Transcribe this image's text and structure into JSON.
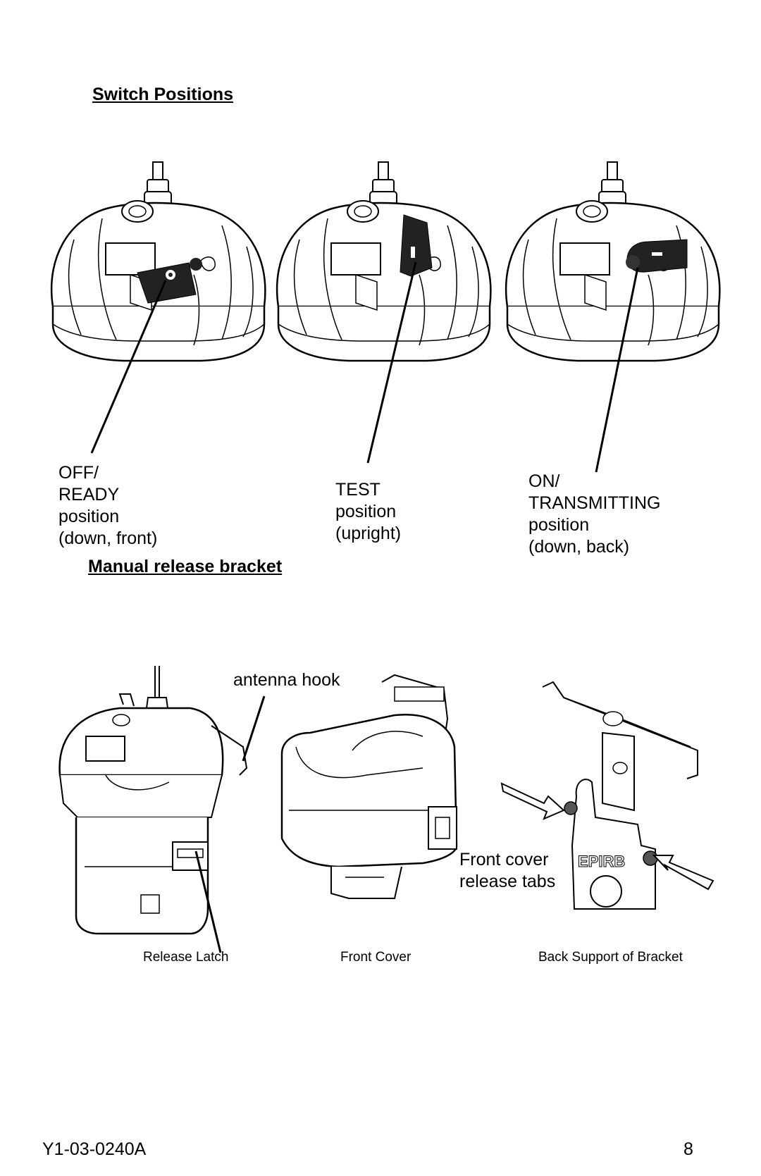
{
  "headings": {
    "switch_positions": "Switch Positions",
    "manual_release_bracket": "Manual release bracket"
  },
  "switch_labels": {
    "off_ready": [
      "OFF/",
      "READY",
      "position",
      "(down, front)"
    ],
    "test": [
      "TEST",
      "position",
      "(upright)"
    ],
    "on_transmitting": [
      "ON/",
      "TRANSMITTING",
      "position",
      "(down, back)"
    ]
  },
  "bracket_labels": {
    "antenna_hook": "antenna hook",
    "front_cover_release_tabs": [
      "Front cover",
      "release tabs"
    ]
  },
  "captions": {
    "release_latch": "Release Latch",
    "front_cover": "Front Cover",
    "back_support": "Back Support of Bracket"
  },
  "footer": {
    "doc_number": "Y1-03-0240A",
    "page_number": "8"
  }
}
